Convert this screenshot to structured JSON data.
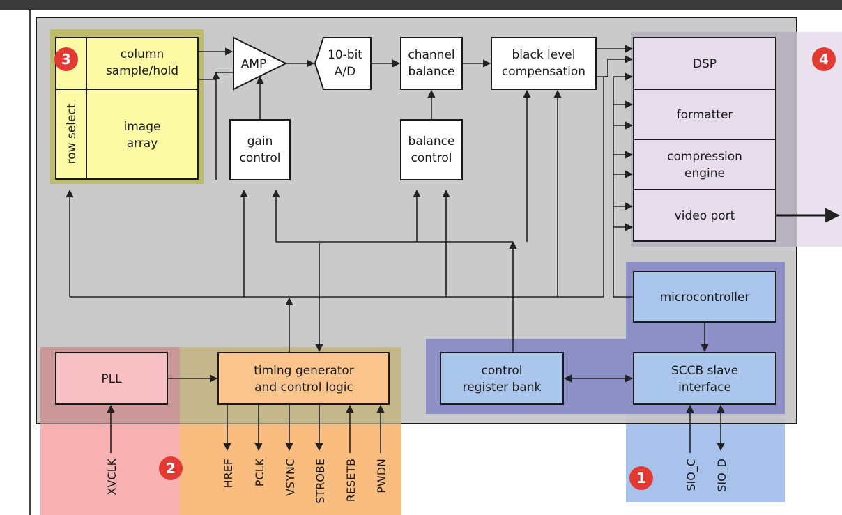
{
  "blocks": {
    "column_sample_hold": [
      "column",
      "sample/hold"
    ],
    "row_select": "row select",
    "image_array": [
      "image",
      "array"
    ],
    "amp": "AMP",
    "adc": [
      "10-bit",
      "A/D"
    ],
    "channel_balance": [
      "channel",
      "balance"
    ],
    "black_level": [
      "black level",
      "compensation"
    ],
    "gain_control": [
      "gain",
      "control"
    ],
    "balance_control": [
      "balance",
      "control"
    ],
    "dsp": "DSP",
    "formatter": "formatter",
    "compression": [
      "compression",
      "engine"
    ],
    "video_port": "video port",
    "microcontroller": "microcontroller",
    "pll": "PLL",
    "timing": [
      "timing generator",
      "and control logic"
    ],
    "control_register": [
      "control",
      "register bank"
    ],
    "sccb": [
      "SCCB slave",
      "interface"
    ]
  },
  "signals": {
    "xvclk": "XVCLK",
    "href": "HREF",
    "pclk": "PCLK",
    "vsync": "VSYNC",
    "strobe": "STROBE",
    "resetb": "RESETB",
    "pwdn": "PWDN",
    "sio_c": "SIO_C",
    "sio_d": "SIO_D"
  },
  "badges": {
    "b1": "1",
    "b2": "2",
    "b3": "3",
    "b4": "4"
  },
  "colors": {
    "chip_bg": "#c6c6c6",
    "image_group": "#bdbc6a",
    "image_fill": "#fdfaa6",
    "pll_group": "#f3a9a9",
    "pll_fill": "#f8c0c4",
    "timing_group": "#f8b874",
    "timing_fill": "#fbc48c",
    "sccb_group": "#8d8fc7",
    "sccb_fill": "#aac6ec",
    "sccb_outer": "#a9c2ec",
    "dsp_group": "#ebe2f0",
    "dsp_fill": "#e6dcec",
    "badge": "#e23a32"
  }
}
